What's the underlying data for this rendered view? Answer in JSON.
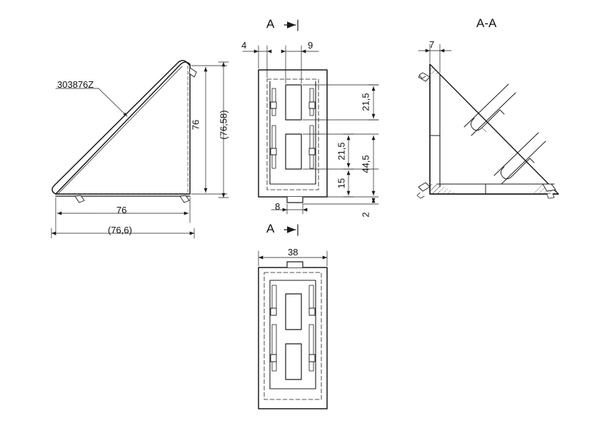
{
  "document": {
    "type": "engineering-drawing",
    "sheet_width": 850,
    "sheet_height": 600,
    "background": "#ffffff",
    "line_color": "#1a1a1a",
    "part_number": "303876Z"
  },
  "views": {
    "iso": {
      "name": "isometric-triangle-view",
      "part_label": "303876Z",
      "dimensions": {
        "width_nominal": "76",
        "width_actual": "(76,6)",
        "height_nominal": "76",
        "height_actual": "(76,58)"
      }
    },
    "front": {
      "name": "front-view",
      "section_label_top": "A",
      "section_label_bottom": "A",
      "dimensions": {
        "edge_offset": "4",
        "slot_width": "9",
        "tab_width": "8",
        "upper_slot": "21,5",
        "lower_slot": "21,5",
        "bottom_gap": "15",
        "overall_inner": "44,5",
        "foot_height": "2"
      }
    },
    "section": {
      "name": "section-a-a-view",
      "title": "A-A",
      "dimensions": {
        "wall_thickness": "7"
      }
    },
    "bottom": {
      "name": "bottom-view",
      "dimensions": {
        "width": "38"
      }
    }
  }
}
